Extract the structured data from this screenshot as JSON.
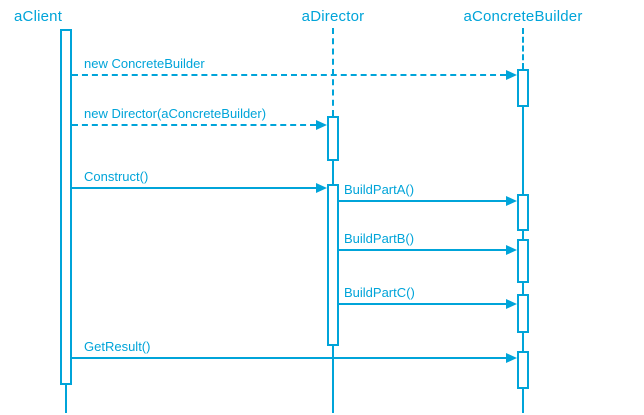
{
  "diagram": {
    "kind": "uml-sequence",
    "accent_color": "#00A4D9",
    "lifelines": [
      {
        "name": "aClient"
      },
      {
        "name": "aDirector"
      },
      {
        "name": "aConcreteBuilder"
      }
    ],
    "messages": [
      {
        "label": "new ConcreteBuilder",
        "from": "aClient",
        "to": "aConcreteBuilder",
        "line": "dashed"
      },
      {
        "label": "new Director(aConcreteBuilder)",
        "from": "aClient",
        "to": "aDirector",
        "line": "dashed"
      },
      {
        "label": "Construct()",
        "from": "aClient",
        "to": "aDirector",
        "line": "solid"
      },
      {
        "label": "BuildPartA()",
        "from": "aDirector",
        "to": "aConcreteBuilder",
        "line": "solid"
      },
      {
        "label": "BuildPartB()",
        "from": "aDirector",
        "to": "aConcreteBuilder",
        "line": "solid"
      },
      {
        "label": "BuildPartC()",
        "from": "aDirector",
        "to": "aConcreteBuilder",
        "line": "solid"
      },
      {
        "label": "GetResult()",
        "from": "aClient",
        "to": "aConcreteBuilder",
        "line": "solid"
      }
    ]
  }
}
